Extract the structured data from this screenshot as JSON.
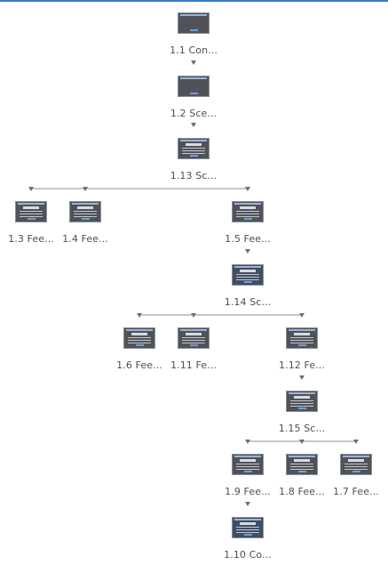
{
  "nodes": [
    {
      "id": "1.1",
      "label": "1.1 Con...",
      "style": "plain"
    },
    {
      "id": "1.2",
      "label": "1.2 Sce...",
      "style": "plain"
    },
    {
      "id": "1.13",
      "label": "1.13 Sc...",
      "style": "text"
    },
    {
      "id": "1.3",
      "label": "1.3 Fee...",
      "style": "feedback"
    },
    {
      "id": "1.4",
      "label": "1.4 Fee...",
      "style": "feedback"
    },
    {
      "id": "1.5",
      "label": "1.5 Fee...",
      "style": "feedback"
    },
    {
      "id": "1.14",
      "label": "1.14 Sc...",
      "style": "blue"
    },
    {
      "id": "1.6",
      "label": "1.6 Fee...",
      "style": "feedback"
    },
    {
      "id": "1.11",
      "label": "1.11 Fe...",
      "style": "feedback"
    },
    {
      "id": "1.12",
      "label": "1.12 Fe...",
      "style": "feedback"
    },
    {
      "id": "1.15",
      "label": "1.15 Sc...",
      "style": "text"
    },
    {
      "id": "1.9",
      "label": "1.9 Fee...",
      "style": "feedback"
    },
    {
      "id": "1.8",
      "label": "1.8 Fee...",
      "style": "feedback"
    },
    {
      "id": "1.7",
      "label": "1.7 Fee...",
      "style": "feedback"
    },
    {
      "id": "1.10",
      "label": "1.10 Co...",
      "style": "blue"
    }
  ],
  "edges": [
    [
      "1.1",
      "1.2"
    ],
    [
      "1.2",
      "1.13"
    ],
    [
      "1.13",
      "1.3"
    ],
    [
      "1.13",
      "1.4"
    ],
    [
      "1.13",
      "1.5"
    ],
    [
      "1.5",
      "1.14"
    ],
    [
      "1.14",
      "1.6"
    ],
    [
      "1.14",
      "1.11"
    ],
    [
      "1.14",
      "1.12"
    ],
    [
      "1.12",
      "1.15"
    ],
    [
      "1.15",
      "1.9"
    ],
    [
      "1.15",
      "1.8"
    ],
    [
      "1.15",
      "1.7"
    ],
    [
      "1.9",
      "1.10"
    ]
  ],
  "colors": {
    "edge": "#8c9197",
    "arrow": "#6b7076",
    "accent": "#2f7fc8"
  }
}
